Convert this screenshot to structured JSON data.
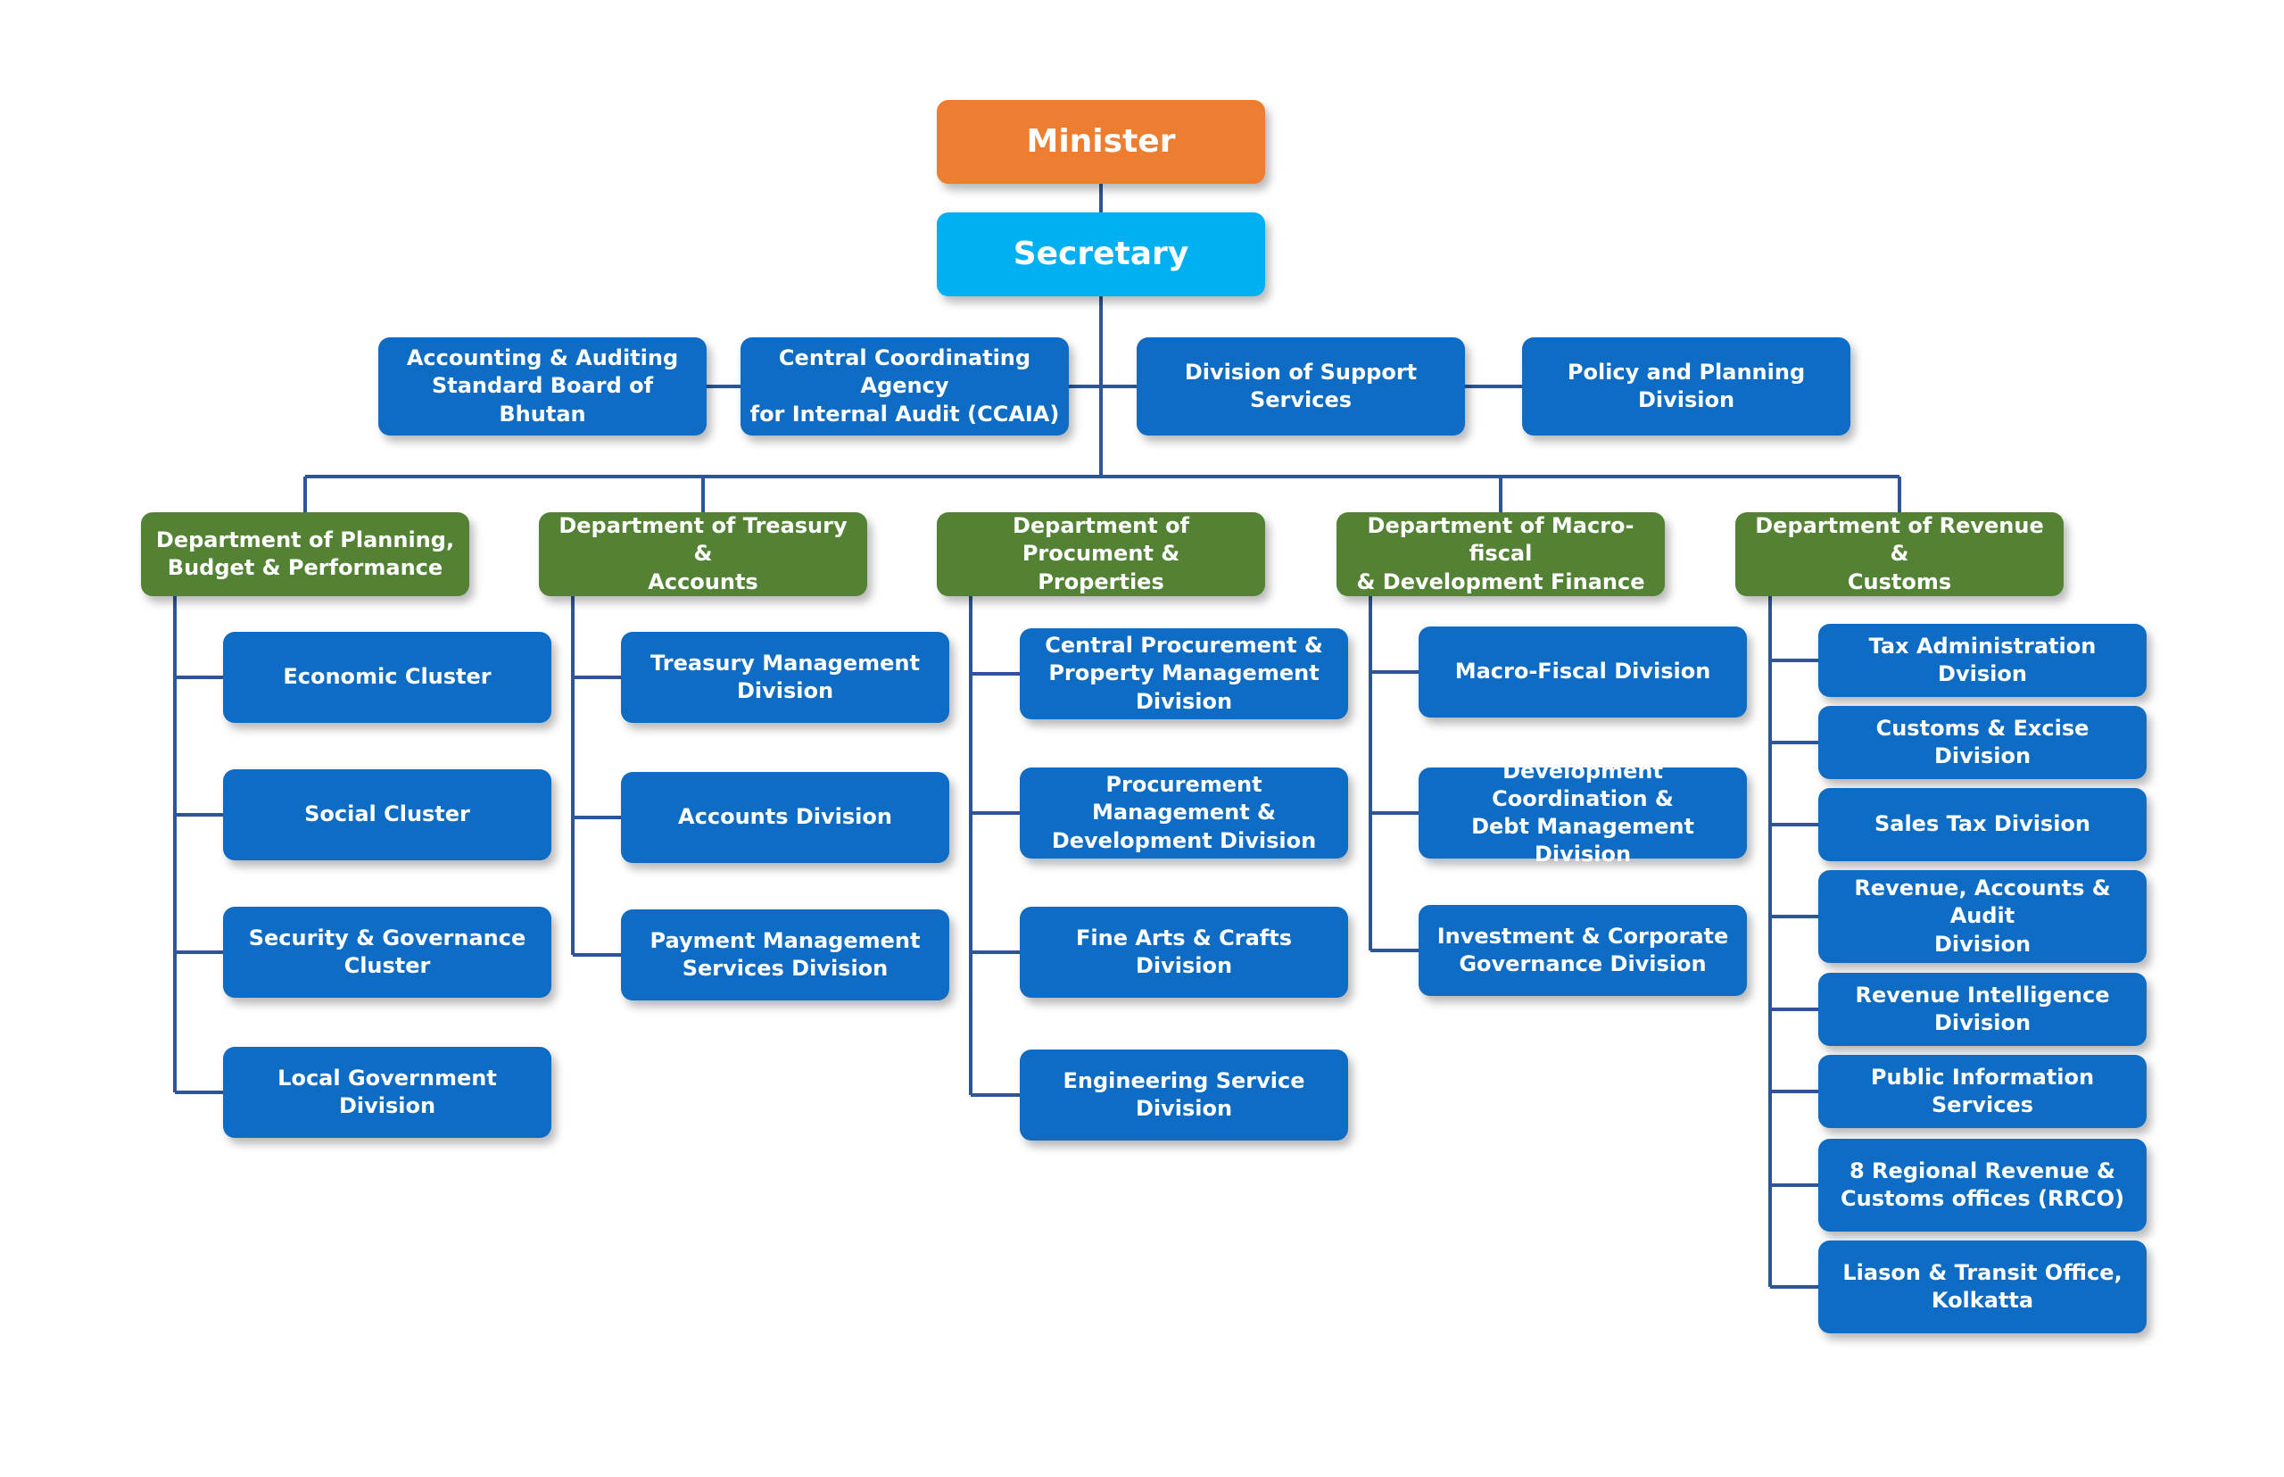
{
  "minister": "Minister",
  "secretary": "Secretary",
  "units": [
    "Accounting & Auditing\nStandard Board of Bhutan",
    "Central Coordinating Agency\nfor Internal Audit (CCAIA)",
    "Division of Support Services",
    "Policy and  Planning Division"
  ],
  "departments": [
    {
      "name": "Department of Planning,\nBudget & Performance",
      "divisions": [
        "Economic Cluster",
        "Social Cluster",
        "Security & Governance Cluster",
        "Local Government Division"
      ]
    },
    {
      "name": "Department of Treasury &\nAccounts",
      "divisions": [
        "Treasury Management\nDivision",
        "Accounts Division",
        "Payment Management\nServices Division"
      ]
    },
    {
      "name": "Department of Procument &\nProperties",
      "divisions": [
        "Central Procurement &\nProperty Management\nDivision",
        "Procurement Management &\nDevelopment Division",
        "Fine Arts & Crafts Division",
        "Engineering Service Division"
      ]
    },
    {
      "name": "Department of Macro-fiscal\n& Development Finance",
      "divisions": [
        "Macro-Fiscal Division",
        "Development Coordination &\nDebt  Management Division",
        "Investment & Corporate\nGovernance Division"
      ]
    },
    {
      "name": "Department of Revenue &\nCustoms",
      "divisions": [
        "Tax Administration Dvision",
        "Customs & Excise Division",
        "Sales Tax Division",
        "Revenue, Accounts & Audit\nDivision",
        "Revenue Intelligence Division",
        "Public Information Services",
        "8 Regional Revenue &\nCustoms offices (RRCO)",
        "Liason & Transit Office,\nKolkatta"
      ]
    }
  ],
  "colors": {
    "minister": "#ed7d31",
    "secretary": "#00b0f0",
    "unit": "#0f6cc4",
    "department": "#548235",
    "connector": "#2e5597"
  }
}
